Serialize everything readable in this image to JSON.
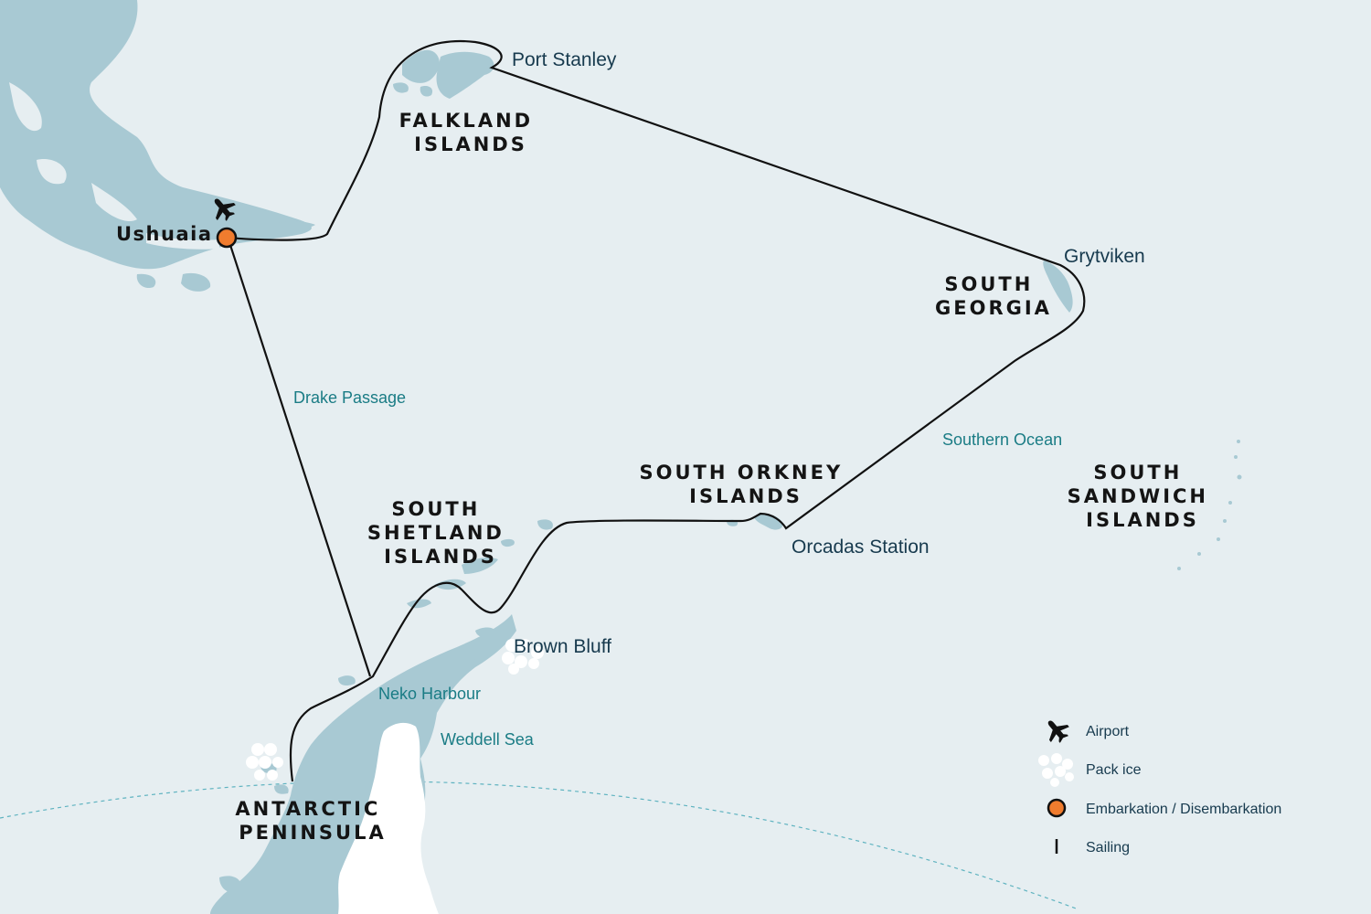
{
  "colors": {
    "ocean": "#e6eef1",
    "land": "#a8c9d3",
    "ice": "#ffffff",
    "route": "#111111",
    "embarkation": "#f07c2e",
    "region_text": "#141414",
    "place_text": "#173a4e",
    "sea_text": "#1a7c85"
  },
  "regions": {
    "falkland": [
      "FALKLAND",
      "ISLANDS"
    ],
    "south_georgia": [
      "SOUTH",
      "GEORGIA"
    ],
    "south_orkney": [
      "SOUTH ORKNEY",
      "ISLANDS"
    ],
    "south_shetland": [
      "SOUTH",
      "SHETLAND",
      "ISLANDS"
    ],
    "south_sandwich": [
      "SOUTH",
      "SANDWICH",
      "ISLANDS"
    ],
    "antarctic_peninsula": [
      "ANTARCTIC",
      "PENINSULA"
    ]
  },
  "places": {
    "ushuaia": "Ushuaia",
    "port_stanley": "Port Stanley",
    "grytviken": "Grytviken",
    "orcadas_station": "Orcadas Station",
    "brown_bluff": "Brown Bluff"
  },
  "seas": {
    "drake_passage": "Drake Passage",
    "southern_ocean": "Southern Ocean",
    "neko_harbour": "Neko Harbour",
    "weddell_sea": "Weddell Sea"
  },
  "legend": {
    "airport": "Airport",
    "pack_ice": "Pack ice",
    "embarkation": "Embarkation / Disembarkation",
    "sailing": "Sailing"
  },
  "icons": {
    "airport": "airplane-icon",
    "pack_ice": "pack-ice-icon",
    "embarkation": "orange-circle-icon",
    "sailing": "line-icon"
  }
}
